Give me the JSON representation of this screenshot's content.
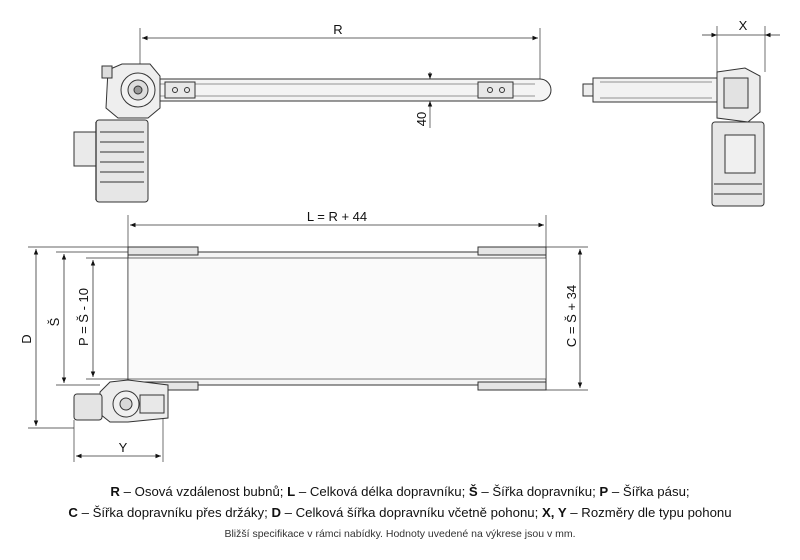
{
  "dimensions": {
    "r": "R",
    "x": "X",
    "h40": "40",
    "l": "L = R + 44",
    "d": "D",
    "s": "Š",
    "p": "P = Š - 10",
    "c": "C = Š + 34",
    "y": "Y"
  },
  "legend": {
    "line1": [
      {
        "key": "R",
        "text": " – Osová vzdálenost bubnů; "
      },
      {
        "key": "L",
        "text": " – Celková délka dopravníku; "
      },
      {
        "key": "Š",
        "text": " – Šířka dopravníku; "
      },
      {
        "key": "P",
        "text": " – Šířka pásu;"
      }
    ],
    "line2": [
      {
        "key": "C",
        "text": " – Šířka dopravníku přes držáky; "
      },
      {
        "key": "D",
        "text": " – Celková šířka dopravníku včetně pohonu; "
      },
      {
        "key": "X, Y",
        "text": " – Rozměry dle typu pohonu"
      }
    ],
    "note": "Bližší specifikace v rámci nabídky. Hodnoty uvedené na výkrese jsou v mm."
  }
}
